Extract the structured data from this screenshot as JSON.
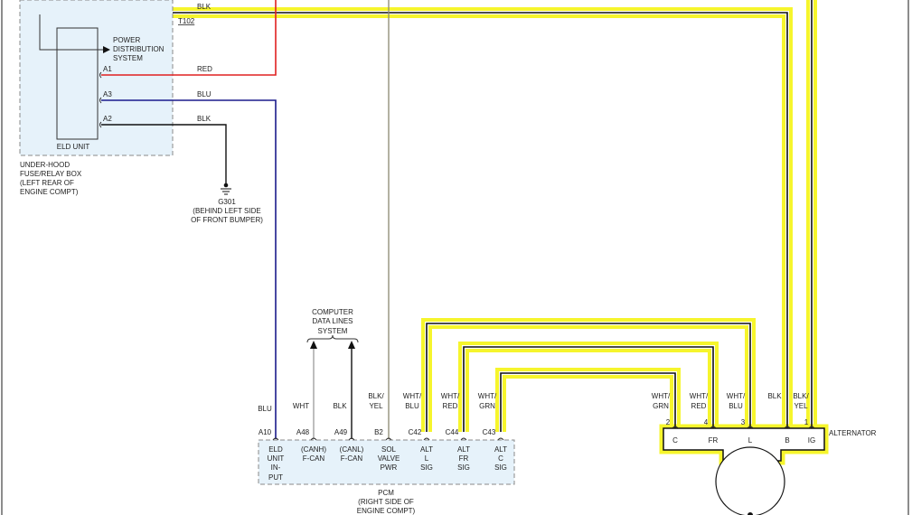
{
  "colors": {
    "highlight": "#f6f52c",
    "highlight_inner": "#ffffff",
    "wire_black": "#111111",
    "wire_red": "#e02020",
    "wire_blue": "#1a1a8c",
    "wire_gray": "#9a9a9a",
    "wire_olive": "#8a8870",
    "box_fill": "#e6f2fa"
  },
  "top": {
    "wire_blk": "BLK",
    "splice": "T102"
  },
  "fuse_box": {
    "power_dist": [
      "POWER",
      "DISTRIBUTION",
      "SYSTEM"
    ],
    "eld_unit": "ELD UNIT",
    "pins": [
      "A1",
      "A3",
      "A2"
    ],
    "wires": [
      "RED",
      "BLU",
      "BLK"
    ],
    "caption": [
      "UNDER-HOOD",
      "FUSE/RELAY BOX",
      "(LEFT REAR OF",
      "ENGINE COMPT)"
    ]
  },
  "ground": {
    "name": "G301",
    "location": [
      "(BEHIND LEFT SIDE",
      "OF FRONT BUMPER)"
    ]
  },
  "data_lines": [
    "COMPUTER",
    "DATA LINES",
    "SYSTEM"
  ],
  "pcm": {
    "wires": [
      [
        "BLU"
      ],
      [
        "WHT"
      ],
      [
        "BLK"
      ],
      [
        "BLK/",
        "YEL"
      ],
      [
        "WHT/",
        "BLU"
      ],
      [
        "WHT/",
        "RED"
      ],
      [
        "WHT/",
        "GRN"
      ]
    ],
    "pins": [
      "A10",
      "A48",
      "A49",
      "B2",
      "C42",
      "C44",
      "C43"
    ],
    "functions": [
      [
        "ELD",
        "UNIT",
        "IN-",
        "PUT"
      ],
      [
        "(CANH)",
        "F-CAN"
      ],
      [
        "(CANL)",
        "F-CAN"
      ],
      [
        "SOL",
        "VALVE",
        "PWR"
      ],
      [
        "ALT",
        "L",
        "SIG"
      ],
      [
        "ALT",
        "FR",
        "SIG"
      ],
      [
        "ALT",
        "C",
        "SIG"
      ]
    ],
    "caption": [
      "PCM",
      "(RIGHT SIDE OF",
      "ENGINE COMPT)"
    ]
  },
  "alternator": {
    "name": "ALTERNATOR",
    "wires": [
      [
        "WHT/",
        "GRN"
      ],
      [
        "WHT/",
        "RED"
      ],
      [
        "WHT/",
        "BLU"
      ],
      [
        "BLK"
      ],
      [
        "BLK/",
        "YEL"
      ]
    ],
    "pins": [
      "2",
      "4",
      "3",
      "",
      "1"
    ],
    "terminals": [
      "C",
      "FR",
      "L",
      "B",
      "IG"
    ]
  }
}
